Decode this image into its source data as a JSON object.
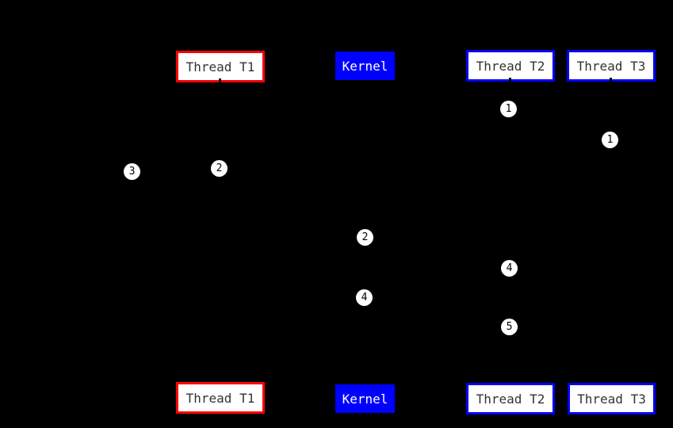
{
  "colors": {
    "background": "#000000",
    "red_border": "#ff0000",
    "blue": "#0000ff",
    "box_fill": "#ffffff",
    "box_text": "#333333",
    "kernel_text": "#ffffff",
    "marker_fill": "#ffffff",
    "marker_text": "#000000"
  },
  "actors": {
    "t1": {
      "label": "Thread T1",
      "border_color": "#ff0000"
    },
    "kernel": {
      "label": "Kernel",
      "fill_color": "#0000ff"
    },
    "t2": {
      "label": "Thread T2",
      "border_color": "#0000ff"
    },
    "t3": {
      "label": "Thread T3",
      "border_color": "#0000ff"
    }
  },
  "markers": [
    {
      "label": "1"
    },
    {
      "label": "1"
    },
    {
      "label": "3"
    },
    {
      "label": "2"
    },
    {
      "label": "2"
    },
    {
      "label": "4"
    },
    {
      "label": "4"
    },
    {
      "label": "5"
    }
  ]
}
